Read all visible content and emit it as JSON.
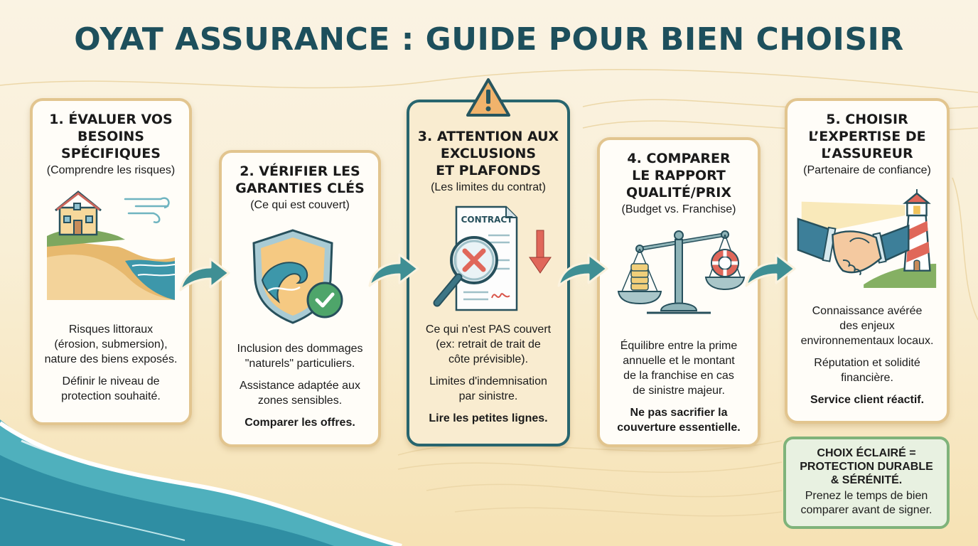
{
  "title": "OYAT ASSURANCE : GUIDE POUR BIEN CHOISIR",
  "steps": [
    {
      "title": "1. ÉVALUER VOS\nBESOINS\nSPÉCIFIQUES",
      "subtitle": "(Comprendre les risques)",
      "illustration": "coastal-house-cliff-icon",
      "paragraphs": [
        {
          "text": "Risques littoraux\n(érosion, submersion),\nnature des biens exposés.",
          "bold": false
        },
        {
          "text": "Définir le niveau de\nprotection souhaité.",
          "bold": false
        }
      ]
    },
    {
      "title": "2. VÉRIFIER LES\nGARANTIES CLÉS",
      "subtitle": "(Ce qui est couvert)",
      "illustration": "wave-shield-check-icon",
      "paragraphs": [
        {
          "text": "Inclusion des dommages\n\"naturels\" particuliers.",
          "bold": false
        },
        {
          "text": "Assistance adaptée aux\nzones sensibles.",
          "bold": false
        },
        {
          "text": "Comparer les offres.",
          "bold": true
        }
      ]
    },
    {
      "title": "3. ATTENTION AUX\nEXCLUSIONS\nET PLAFONDS",
      "subtitle": "(Les limites du contrat)",
      "illustration": "contract-magnifier-icon",
      "contract_label": "CONTRACT",
      "paragraphs": [
        {
          "text": "Ce qui n'est PAS couvert\n(ex: retrait de trait de\ncôte prévisible).",
          "bold": false
        },
        {
          "text": "Limites d'indemnisation\npar sinistre.",
          "bold": false
        },
        {
          "text": "Lire les petites lignes.",
          "bold": true
        }
      ]
    },
    {
      "title": "4. COMPARER\nLE RAPPORT\nQUALITÉ/PRIX",
      "subtitle": "(Budget vs. Franchise)",
      "illustration": "balance-scale-icon",
      "paragraphs": [
        {
          "text": "Équilibre entre la prime\nannuelle et le montant\nde la franchise en cas\nde sinistre majeur.",
          "bold": false
        },
        {
          "text": "Ne pas sacrifier la\ncouverture essentielle.",
          "bold": true
        }
      ]
    },
    {
      "title": "5. CHOISIR\nL’EXPERTISE DE\nL’ASSUREUR",
      "subtitle": "(Partenaire de confiance)",
      "illustration": "handshake-lighthouse-icon",
      "paragraphs": [
        {
          "text": "Connaissance avérée\ndes enjeux\nenvironnementaux locaux.",
          "bold": false
        },
        {
          "text": "Réputation et solidité\nfinancière.",
          "bold": false
        },
        {
          "text": "Service client réactif.",
          "bold": true
        }
      ]
    }
  ],
  "summary": {
    "title": "CHOIX ÉCLAIRÉ =\nPROTECTION DURABLE\n& SÉRÉNITÉ.",
    "text": "Prenez le temps de bien\ncomparer avant de signer."
  },
  "colors": {
    "title": "#1d4f5c",
    "card_border": "#e2c58f",
    "highlight_border": "#27656e",
    "arrow": "#3f8f94",
    "summary_border": "#7fb37a",
    "summary_bg": "#e8f1e1",
    "sea": "#3aa0b0"
  }
}
